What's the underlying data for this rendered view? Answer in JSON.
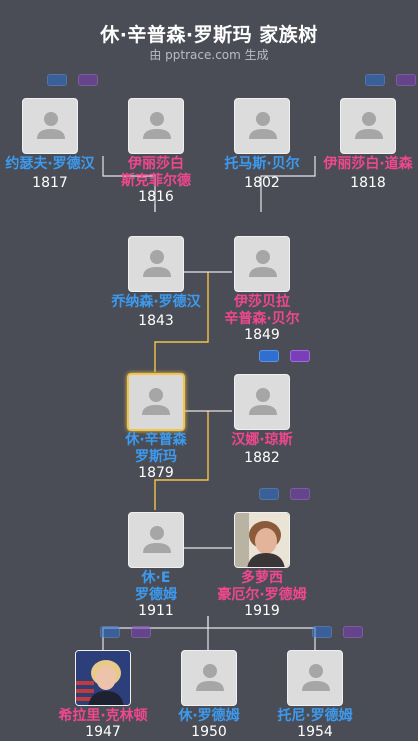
{
  "header": {
    "title": "休·辛普森·罗斯玛 家族树",
    "subtitle": "由 pptrace.com 生成"
  },
  "people": {
    "p1": {
      "name_line1": "约瑟夫·罗德汉",
      "name_line2": "",
      "year": "1817"
    },
    "p2": {
      "name_line1": "伊丽莎白",
      "name_line2": "斯克菲尔德",
      "year": "1816"
    },
    "p3": {
      "name_line1": "托马斯·贝尔",
      "name_line2": "",
      "year": "1802"
    },
    "p4": {
      "name_line1": "伊丽莎白·道森",
      "name_line2": "",
      "year": "1818"
    },
    "p5": {
      "name_line1": "乔纳森·罗德汉",
      "name_line2": "",
      "year": "1843"
    },
    "p6": {
      "name_line1": "伊莎贝拉",
      "name_line2": "辛普森·贝尔",
      "year": "1849"
    },
    "p7": {
      "name_line1": "休·辛普森",
      "name_line2": "罗斯玛",
      "year": "1879"
    },
    "p8": {
      "name_line1": "汉娜·琼斯",
      "name_line2": "",
      "year": "1882"
    },
    "p9": {
      "name_line1": "休·E",
      "name_line2": "罗德姆",
      "year": "1911"
    },
    "p10": {
      "name_line1": "多萝西",
      "name_line2": "豪厄尔·罗德姆",
      "year": "1919"
    },
    "p11": {
      "name_line1": "希拉里·克林顿",
      "name_line2": "",
      "year": "1947"
    },
    "p12": {
      "name_line1": "休·罗德姆",
      "name_line2": "",
      "year": "1950"
    },
    "p13": {
      "name_line1": "托尼·罗德姆",
      "name_line2": "",
      "year": "1954"
    }
  },
  "colors": {
    "background": "#4a4d55",
    "male": "#3c9bf0",
    "female": "#f0478f",
    "line": "#e6e6e6",
    "highlight_line": "#f2c44c"
  }
}
